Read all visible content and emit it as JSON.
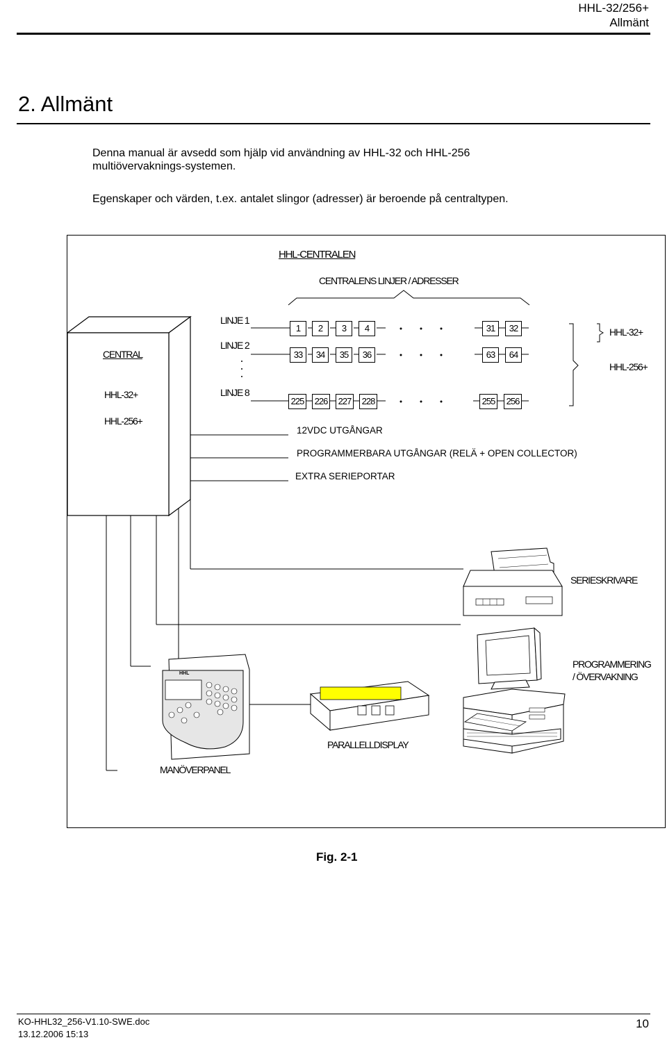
{
  "header": {
    "line1": "HHL-32/256+",
    "line2": "Allmänt"
  },
  "heading": "2. Allmänt",
  "paragraphs": {
    "p1_line1": "Denna manual är avsedd som hjälp vid användning av HHL-32 och HHL-256",
    "p1_line2": "multiövervaknings-systemen.",
    "p2": "Egenskaper och värden, t.ex. antalet slingor (adresser) är beroende på centraltypen."
  },
  "figure": {
    "title": "HHL-CENTRALEN",
    "subtitle": "CENTRALENS LINJER / ADRESSER",
    "central_label": "CENTRAL",
    "central_models": [
      "HHL-32+",
      "HHL-256+"
    ],
    "lines": [
      "LINJE 1",
      "LINJE 2",
      "LINJE 8"
    ],
    "row1": [
      "1",
      "2",
      "3",
      "4",
      "31",
      "32"
    ],
    "row2": [
      "33",
      "34",
      "35",
      "36",
      "63",
      "64"
    ],
    "row3": [
      "225",
      "226",
      "227",
      "228",
      "255",
      "256"
    ],
    "brace_labels": [
      "HHL-32+",
      "HHL-256+"
    ],
    "outputs": [
      "12VDC UTGÅNGAR",
      "PROGRAMMERBARA UTGÅNGAR (RELÄ + OPEN COLLECTOR)",
      "EXTRA SERIEPORTAR"
    ],
    "printer_label": "SERIESKRIVARE",
    "pc_label_line1": "PROGRAMMERING",
    "pc_label_line2": "/ ÖVERVAKNING",
    "display_label": "PARALLELLDISPLAY",
    "panel_label": "MANÖVERPANEL",
    "panel_logo": "HHL",
    "display_color": "#ffff00"
  },
  "caption": "Fig. 2-1",
  "footer": {
    "doc": "KO-HHL32_256-V1.10-SWE.doc",
    "date": "13.12.2006 15:13",
    "page": "10"
  }
}
